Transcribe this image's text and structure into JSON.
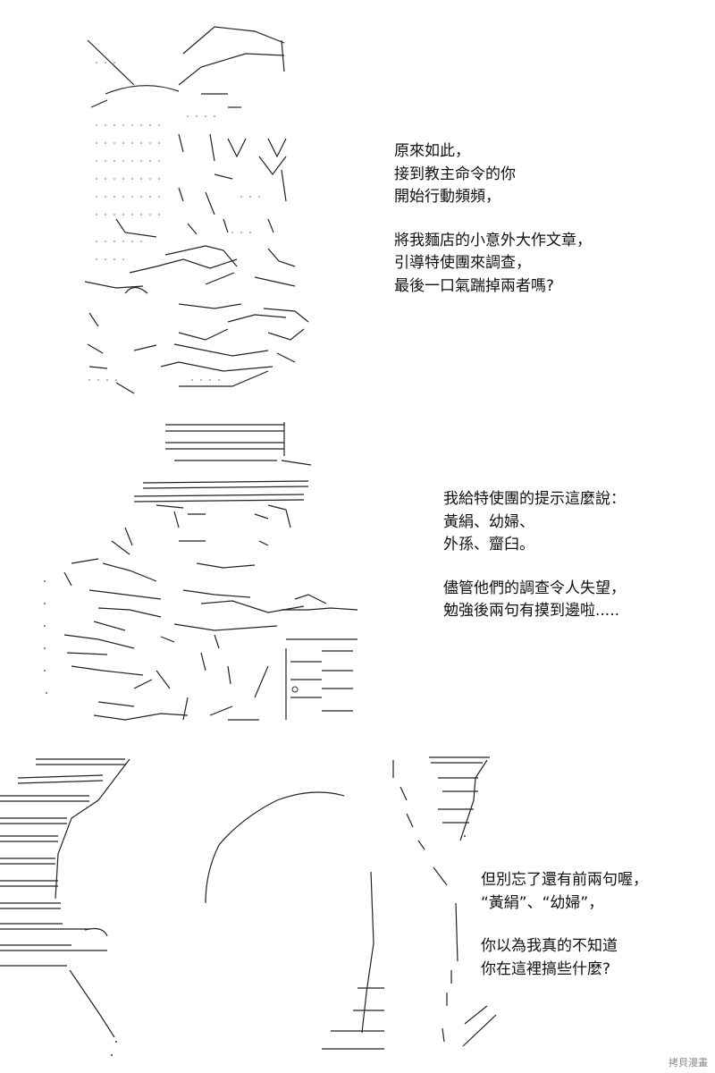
{
  "panels": [
    {
      "id": "panel-1",
      "blocks": [
        [
          "原來如此，",
          "接到教主命令的你",
          "開始行動頻頻，"
        ],
        [
          "將我麵店的小意外大作文章，",
          "引導特使團來調查，",
          "最後一口氣踹掉兩者嗎?"
        ]
      ]
    },
    {
      "id": "panel-2",
      "blocks": [
        [
          "我給特使團的提示這麼說：",
          "黃絹、幼婦、",
          "外孫、齏臼。"
        ],
        [
          "儘管他們的調查令人失望，",
          "勉強後兩句有摸到邊啦....."
        ]
      ]
    },
    {
      "id": "panel-3",
      "blocks": [
        [
          "但別忘了還有前兩句喔，",
          "“黃絹”、“幼婦”，"
        ],
        [
          "你以為我真的不知道",
          "你在這裡搞些什麼?"
        ]
      ]
    }
  ],
  "watermark": "拷貝漫畫",
  "art": {
    "panel_1": "hooded-figure-ascii-art",
    "panel_2": "hat-figure-gesturing-ascii-art",
    "panel_3": "closeup-figure-ascii-art"
  }
}
